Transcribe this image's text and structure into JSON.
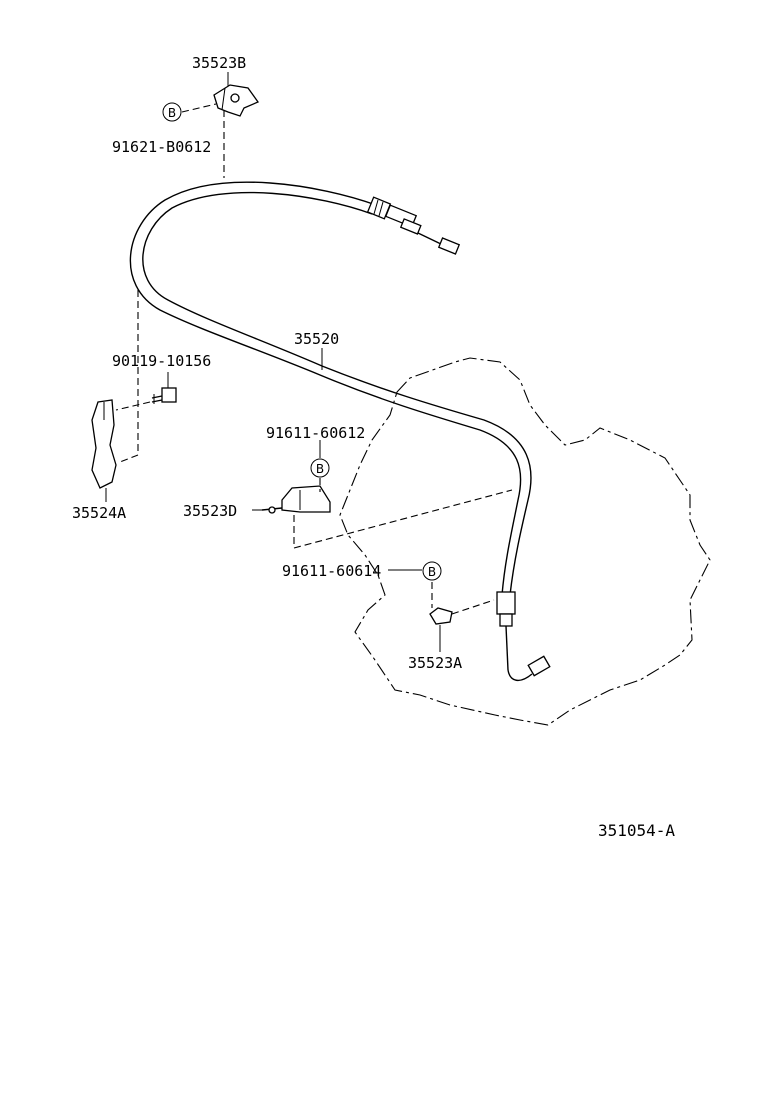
{
  "parts": {
    "bracket_upper": "35523B",
    "clip_upper": "91621-B0612",
    "cable": "35520",
    "bolt": "90119-10156",
    "bracket_side": "35524A",
    "clamp_mid": "91611-60612",
    "bracket_mid": "35523D",
    "clamp_lower": "91611-60614",
    "bracket_lower": "35523A"
  },
  "markers": {
    "b_upper": "B",
    "b_mid": "B",
    "b_lower": "B"
  },
  "diagram_ref": "351054-A"
}
